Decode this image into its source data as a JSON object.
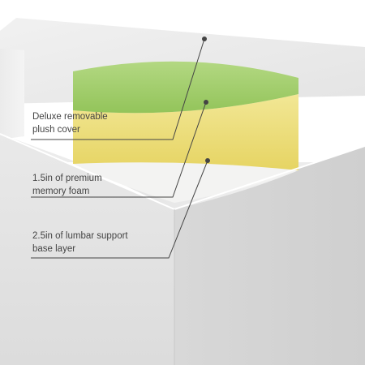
{
  "layers": [
    {
      "label": "Deluxe removable\nplush cover",
      "color": "#a3cf6e"
    },
    {
      "label": "1.5in of premium\nmemory foam",
      "color": "#ece07f"
    },
    {
      "label": "2.5in of lumbar support\nbase layer",
      "color": "#ecebe9"
    }
  ]
}
